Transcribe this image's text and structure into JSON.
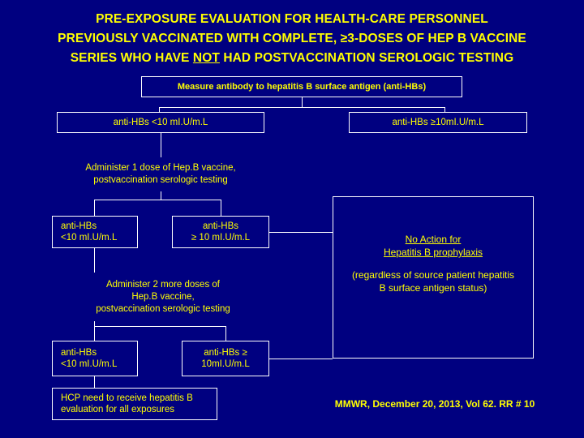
{
  "title": {
    "line1": "PRE-EXPOSURE EVALUATION FOR HEALTH-CARE PERSONNEL",
    "line2": "PREVIOUSLY VACCINATED WITH COMPLETE, ≥3-DOSES OF HEP B VACCINE",
    "line3_a": "SERIES WHO HAVE ",
    "line3_u": "NOT",
    "line3_b": " HAD POSTVACCINATION SEROLOGIC TESTING"
  },
  "nodes": {
    "measure": "Measure antibody to hepatitis B surface antigen (anti-HBs)",
    "left_low": "anti-HBs <10 mI.U/m.L",
    "right_high": "anti-HBs ≥10mI.U/m.L",
    "admin1": "Administer 1 dose of Hep.B vaccine,\npostvaccination serologic testing",
    "low2": "anti-HBs\n<10 mI.U/m.L",
    "high2": "anti-HBs\n≥ 10 mI.U/m.L",
    "admin2": "Administer 2 more doses of\nHep.B vaccine,\npostvaccination serologic testing",
    "low3": "anti-HBs\n<10 mI.U/m.L",
    "high3": "anti-HBs ≥\n10mI.U/m.L",
    "hcp": "HCP need to receive hepatitis B\nevaluation for all exposures",
    "noaction_line1": "No Action for",
    "noaction_line2": "Hepatitis B prophylaxis",
    "noaction_line3": "(regardless of source patient hepatitis\nB surface antigen status)"
  },
  "footer": "MMWR, December 20, 2013, Vol 62. RR # 10",
  "colors": {
    "background": "#000080",
    "text": "#FFFF00",
    "border": "#FFFFFF"
  }
}
